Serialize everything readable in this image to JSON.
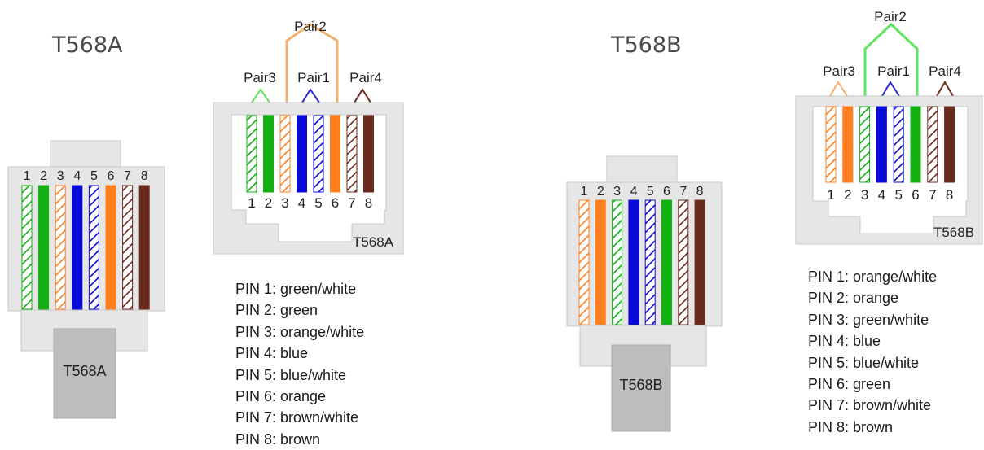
{
  "left": {
    "title": "T568A",
    "plug_label": "T568A",
    "jack_label": "T568A",
    "pairs": {
      "top": "Pair2",
      "left": "Pair3",
      "mid": "Pair1",
      "right": "Pair4"
    },
    "pin_numbers": [
      "1",
      "2",
      "3",
      "4",
      "5",
      "6",
      "7",
      "8"
    ],
    "wires": [
      "green/white",
      "green",
      "orange/white",
      "blue",
      "blue/white",
      "orange",
      "brown/white",
      "brown"
    ],
    "pin_list": [
      "PIN 1: green/white",
      "PIN 2: green",
      "PIN 3: orange/white",
      "PIN 4: blue",
      "PIN 5: blue/white",
      "PIN 6: orange",
      "PIN 7: brown/white",
      "PIN 8: brown"
    ]
  },
  "right": {
    "title": "T568B",
    "plug_label": "T568B",
    "jack_label": "T568B",
    "pairs": {
      "top": "Pair2",
      "left": "Pair3",
      "mid": "Pair1",
      "right": "Pair4"
    },
    "pin_numbers": [
      "1",
      "2",
      "3",
      "4",
      "5",
      "6",
      "7",
      "8"
    ],
    "wires": [
      "orange/white",
      "orange",
      "green/white",
      "blue",
      "blue/white",
      "green",
      "brown/white",
      "brown"
    ],
    "pin_list": [
      "PIN 1: orange/white",
      "PIN 2: orange",
      "PIN 3: green/white",
      "PIN 4: blue",
      "PIN 5: blue/white",
      "PIN 6: green",
      "PIN 7: brown/white",
      "PIN 8: brown"
    ]
  },
  "colors": {
    "green": "#12b012",
    "orange": "#ff7f1e",
    "blue": "#0a0ad8",
    "brown": "#6b2a1e",
    "pair2_left": "#f0b070",
    "pair2_right": "#5fe35f",
    "pair3_left": "#5fe35f",
    "pair3_right": "#f0b070",
    "pair1": "#2a2ad8",
    "pair4": "#6b2a1e",
    "housing": "#e6e6e6",
    "housing_border": "#c8c8c8",
    "boot": "#bdbdbd"
  }
}
